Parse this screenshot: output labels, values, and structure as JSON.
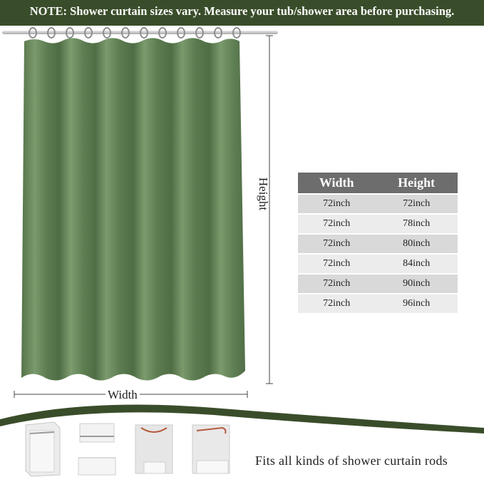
{
  "banner": {
    "text": "NOTE: Shower curtain sizes vary. Measure your tub/shower area before purchasing."
  },
  "curtain": {
    "color": "#6b8a5e",
    "height_label": "Height",
    "width_label": "Width"
  },
  "size_table": {
    "headers": [
      "Width",
      "Height"
    ],
    "rows": [
      [
        "72inch",
        "72inch"
      ],
      [
        "72inch",
        "78inch"
      ],
      [
        "72inch",
        "80inch"
      ],
      [
        "72inch",
        "84inch"
      ],
      [
        "72inch",
        "90inch"
      ],
      [
        "72inch",
        "96inch"
      ]
    ]
  },
  "footer": {
    "caption": "Fits all kinds of shower curtain rods",
    "accent_color": "#3a4d2a",
    "rod_types": [
      "straight-rod-icon",
      "shelf-rod-icon",
      "curved-rod-icon",
      "corner-rod-icon"
    ]
  }
}
